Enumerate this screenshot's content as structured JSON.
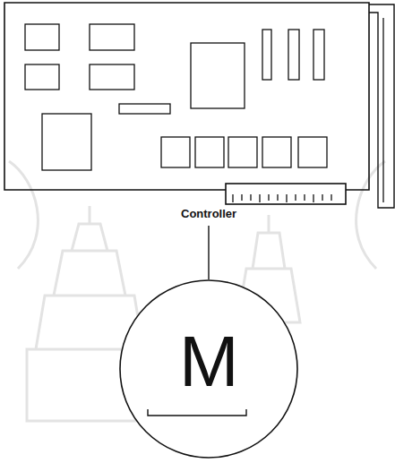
{
  "diagram": {
    "nodes": [
      {
        "text": [
          "Controller"
        ]
      },
      {
        "text": [
          "M"
        ]
      }
    ],
    "edges": [
      {
        "from": 0,
        "to": 1,
        "arrow": "none"
      }
    ]
  }
}
